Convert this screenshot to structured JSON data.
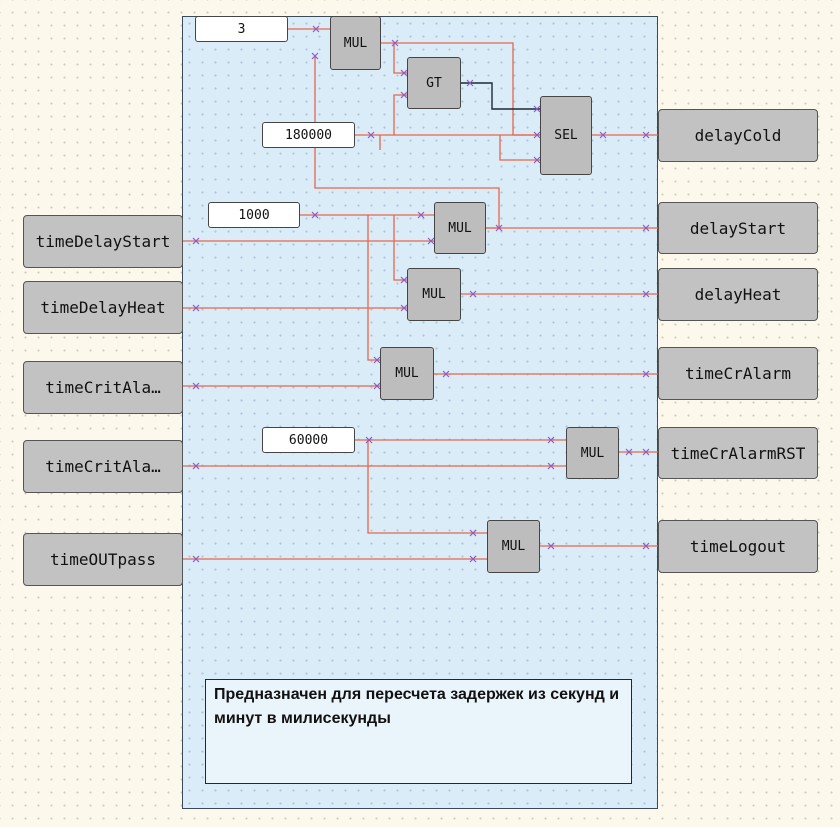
{
  "inputs": {
    "timeDelayStart": "timeDelayStart",
    "timeDelayHeat": "timeDelayHeat",
    "timeCritAlarm1": "timeCritAla…",
    "timeCritAlarm2": "timeCritAla…",
    "timeOUTpass": "timeOUTpass"
  },
  "outputs": {
    "delayCold": "delayCold",
    "delayStart": "delayStart",
    "delayHeat": "delayHeat",
    "timeCrAlarm": "timeCrAlarm",
    "timeCrAlarmRST": "timeCrAlarmRST",
    "timeLogout": "timeLogout"
  },
  "constants": {
    "c3": "3",
    "c180000": "180000",
    "c1000": "1000",
    "c60000": "60000"
  },
  "blocks": {
    "mul1": "MUL",
    "gt": "GT",
    "sel": "SEL",
    "mul2": "MUL",
    "mul3": "MUL",
    "mul4": "MUL",
    "mul5": "MUL",
    "mul6": "MUL"
  },
  "comment": "Предназначен для пересчета задержек из секунд и минут в милисекунды",
  "colors": {
    "wire": "#e8664a",
    "signal_wire": "#1d2a36",
    "pin_marker": "#8b5cc8",
    "panel_bg": "#d9ecf8",
    "block_bg": "#bdbdbd"
  }
}
